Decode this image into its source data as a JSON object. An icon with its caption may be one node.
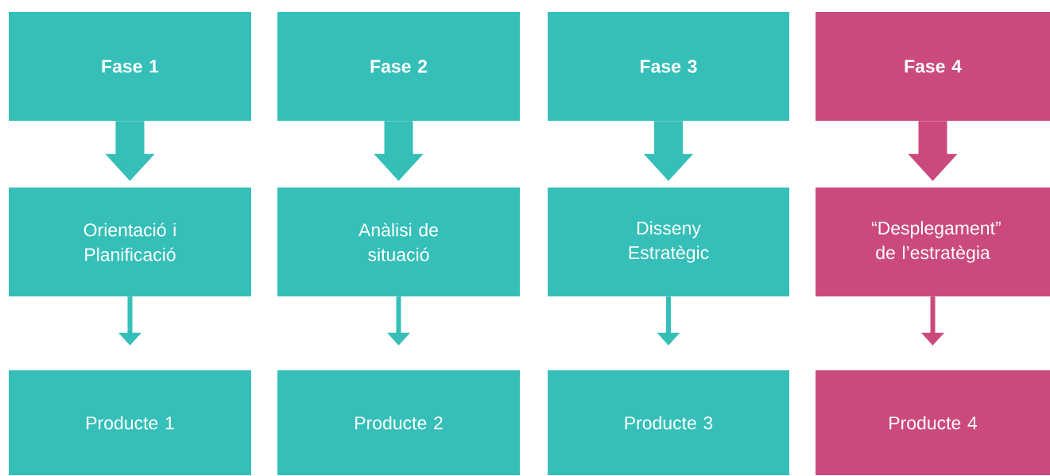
{
  "diagram": {
    "nodes": [
      {
        "text": [
          "Fase 1"
        ]
      },
      {
        "text": [
          "Fase 2"
        ]
      },
      {
        "text": [
          "Fase 3"
        ]
      },
      {
        "text": [
          "Fase 4"
        ]
      },
      {
        "text": [
          "Orientació i Planificació"
        ]
      },
      {
        "text": [
          "Anàlisi de situació"
        ]
      },
      {
        "text": [
          "Disseny Estratègic"
        ]
      },
      {
        "text": [
          "“Desplegament” de l’estratègia"
        ]
      },
      {
        "text": [
          "Producte 1"
        ]
      },
      {
        "text": [
          "Producte 2"
        ]
      },
      {
        "text": [
          "Producte 3"
        ]
      },
      {
        "text": [
          "Producte 4"
        ]
      }
    ],
    "edges": [
      {
        "from": 0,
        "to": 4,
        "arrow": "to",
        "style": "thick"
      },
      {
        "from": 1,
        "to": 5,
        "arrow": "to",
        "style": "thick"
      },
      {
        "from": 2,
        "to": 6,
        "arrow": "to",
        "style": "thick"
      },
      {
        "from": 3,
        "to": 7,
        "arrow": "to",
        "style": "thick",
        "color": "#cb4a7e"
      },
      {
        "from": 4,
        "to": 8,
        "arrow": "to"
      },
      {
        "from": 5,
        "to": 9,
        "arrow": "to"
      },
      {
        "from": 6,
        "to": 10,
        "arrow": "to"
      },
      {
        "from": 7,
        "to": 11,
        "arrow": "to",
        "color": "#cb4a7e"
      }
    ]
  }
}
